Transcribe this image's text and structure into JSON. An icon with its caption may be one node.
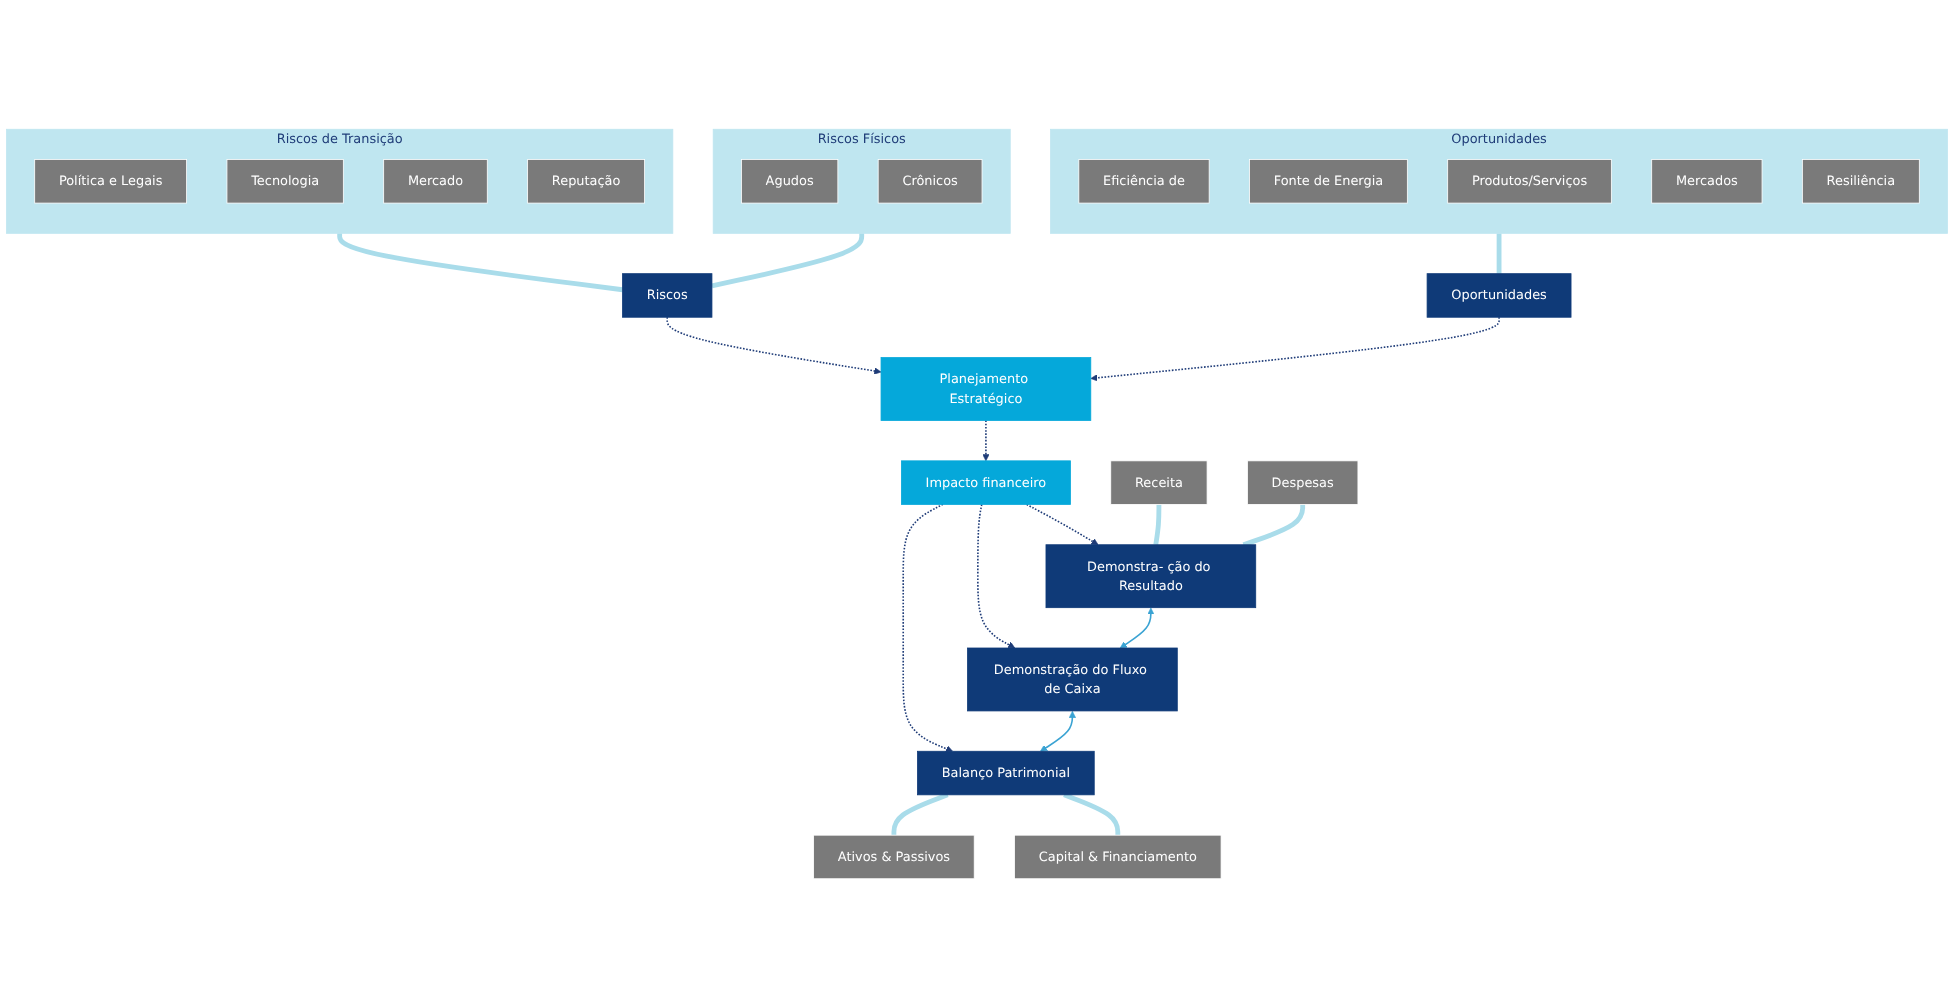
{
  "diagram": {
    "nodes": [
      {
        "text": [
          "Riscos de Transição"
        ]
      },
      {
        "text": [
          "Política e Legais"
        ],
        "in": 0
      },
      {
        "text": [
          "Tecnologia"
        ],
        "in": 0
      },
      {
        "text": [
          "Mercado"
        ],
        "in": 0
      },
      {
        "text": [
          "Reputação"
        ],
        "in": 0
      },
      {
        "text": [
          "Riscos Físicos"
        ]
      },
      {
        "text": [
          "Agudos"
        ],
        "in": 5
      },
      {
        "text": [
          "Crônicos"
        ],
        "in": 5
      },
      {
        "text": [
          "Riscos"
        ]
      },
      {
        "text": [
          "Oportunidades"
        ]
      },
      {
        "text": [
          "Oportunidades"
        ]
      },
      {
        "text": [
          "Eficiência de"
        ],
        "in": 10
      },
      {
        "text": [
          "Fonte de Energia"
        ],
        "in": 10
      },
      {
        "text": [
          "Produtos/Serviços"
        ],
        "in": 10
      },
      {
        "text": [
          "Mercados"
        ],
        "in": 10
      },
      {
        "text": [
          "Resiliência"
        ],
        "in": 10
      },
      {
        "text": [
          "Planejamento Estratégico"
        ]
      },
      {
        "text": [
          "Impacto financeiro"
        ]
      },
      {
        "text": [
          "Receita"
        ]
      },
      {
        "text": [
          "Despesas"
        ]
      },
      {
        "text": [
          "Demonstra- ção do Resultado"
        ]
      },
      {
        "text": [
          "Demonstração do Fluxo de Caixa"
        ]
      },
      {
        "text": [
          "Balanço Patrimonial"
        ]
      },
      {
        "text": [
          "Ativos & Passivos"
        ]
      },
      {
        "text": [
          "Capital & Financiamento"
        ]
      }
    ],
    "edges": [
      {
        "from": 0,
        "to": 8,
        "arrow": "none",
        "style": "thick"
      },
      {
        "from": 5,
        "to": 8,
        "arrow": "none",
        "style": "thick"
      },
      {
        "from": 10,
        "to": 9,
        "arrow": "none",
        "style": "thick"
      },
      {
        "from": 8,
        "to": 16,
        "arrow": "to",
        "style": "dashed",
        "color": "#1f3c78"
      },
      {
        "from": 9,
        "to": 16,
        "arrow": "to",
        "style": "dashed",
        "color": "#1f3c78"
      },
      {
        "from": 16,
        "to": 17,
        "arrow": "to",
        "style": "dashed",
        "color": "#1f3c78"
      },
      {
        "from": 17,
        "to": 20,
        "arrow": "to",
        "style": "dashed",
        "color": "#1f3c78"
      },
      {
        "from": 17,
        "to": 21,
        "arrow": "to",
        "style": "dashed",
        "color": "#1f3c78"
      },
      {
        "from": 17,
        "to": 22,
        "arrow": "to",
        "style": "dashed",
        "color": "#1f3c78"
      },
      {
        "from": 18,
        "to": 20,
        "arrow": "none",
        "style": "thick"
      },
      {
        "from": 19,
        "to": 20,
        "arrow": "none",
        "style": "thick"
      },
      {
        "from": 20,
        "to": 21,
        "arrow": "both",
        "color": "#3aa3d3"
      },
      {
        "from": 21,
        "to": 22,
        "arrow": "both",
        "color": "#3aa3d3"
      },
      {
        "from": 22,
        "to": 23,
        "arrow": "none",
        "style": "thick"
      },
      {
        "from": 22,
        "to": 24,
        "arrow": "none",
        "style": "thick"
      }
    ]
  }
}
